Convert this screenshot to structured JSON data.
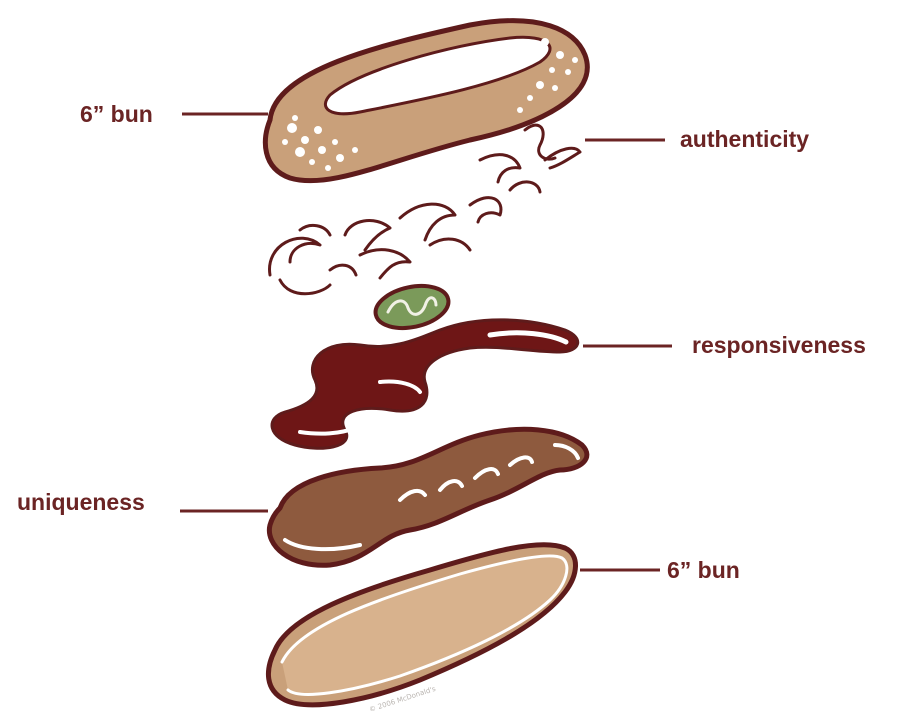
{
  "labels": {
    "top_bun": "6” bun",
    "lettuce": "authenticity",
    "sauce": "responsiveness",
    "patty": "uniqueness",
    "bottom_bun": "6” bun"
  },
  "copyright": "© 2006 McDonald's",
  "colors": {
    "outline": "#5e1b1b",
    "bun": "#c9a07a",
    "sauce": "#6e1616",
    "patty": "#8e5a3e",
    "pickle": "#7b9a5a",
    "label": "#6b2424"
  }
}
